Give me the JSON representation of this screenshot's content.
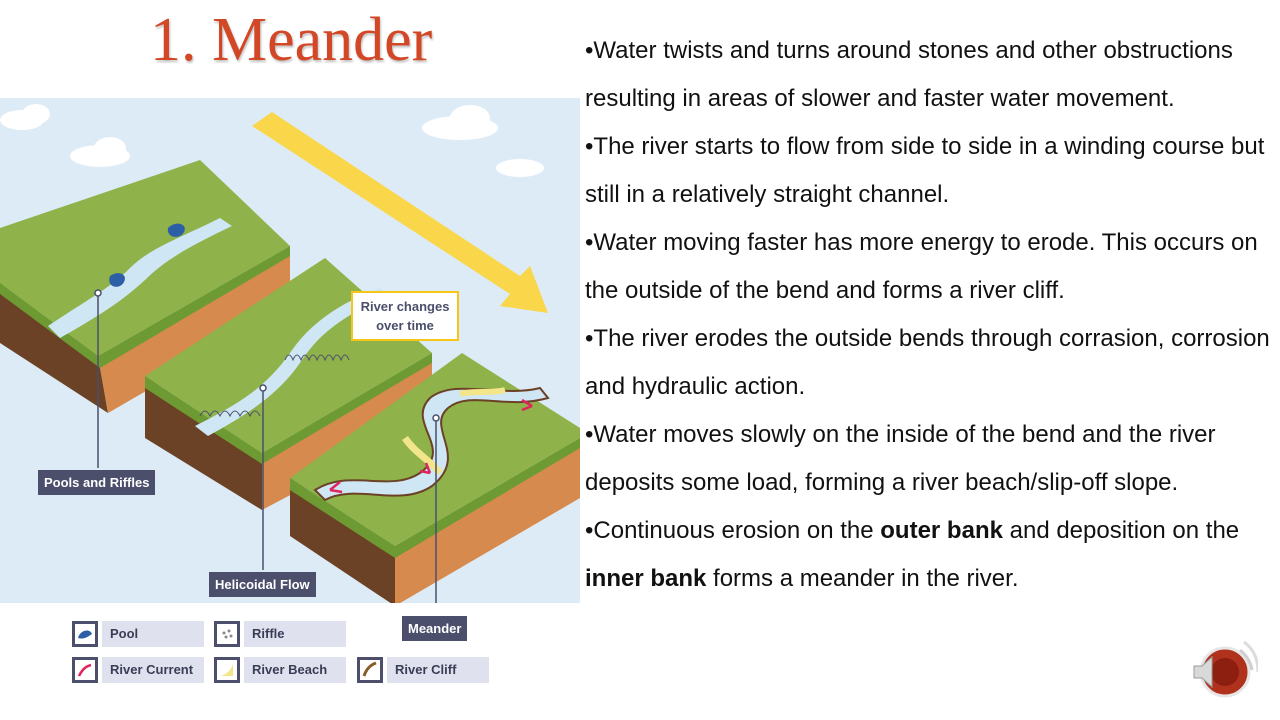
{
  "slide": {
    "title": "1. Meander"
  },
  "diagram": {
    "changes_label_line1": "River changes",
    "changes_label_line2": "over time",
    "labels": {
      "pools": "Pools and Riffles",
      "helicoidal": "Helicoidal Flow",
      "meander": "Meander"
    },
    "legend": [
      {
        "label": "Pool",
        "icon": "pool-icon"
      },
      {
        "label": "Riffle",
        "icon": "riffle-icon"
      },
      {
        "label": "River Current",
        "icon": "current-arrow-icon"
      },
      {
        "label": "River Beach",
        "icon": "beach-icon"
      },
      {
        "label": "River Cliff",
        "icon": "cliff-icon"
      }
    ],
    "colors": {
      "grass": "#8fb24a",
      "soil": "#d68a4e",
      "water": "#cfe6f5",
      "sky": "#ddebf6",
      "arrow": "#f9d64a",
      "label_bg": "#4b4f6b",
      "current": "#e0245e"
    }
  },
  "bullets": [
    {
      "text": "•Water twists and turns around stones and other obstructions resulting in areas of slower and faster water movement."
    },
    {
      "text": "•The river starts to flow from side to side in a winding course but still in a relatively straight channel."
    },
    {
      "text": "•Water moving faster has more energy to erode. This occurs on the outside of the bend and forms a river cliff."
    },
    {
      "text": "•The river erodes the outside bends through corrasion, corrosion and hydraulic action."
    },
    {
      "text": "•Water moves slowly on the inside of the bend and the river deposits some load, forming a river beach/slip-off slope."
    },
    {
      "pre": "•Continuous erosion on the ",
      "bold1": "outer bank",
      "mid": " and deposition on the ",
      "bold2": "inner bank",
      "post": " forms a meander in the river."
    }
  ],
  "audio": {
    "icon": "speaker-icon"
  },
  "theme": {
    "title_color": "#d24726",
    "text_color": "#111111"
  }
}
